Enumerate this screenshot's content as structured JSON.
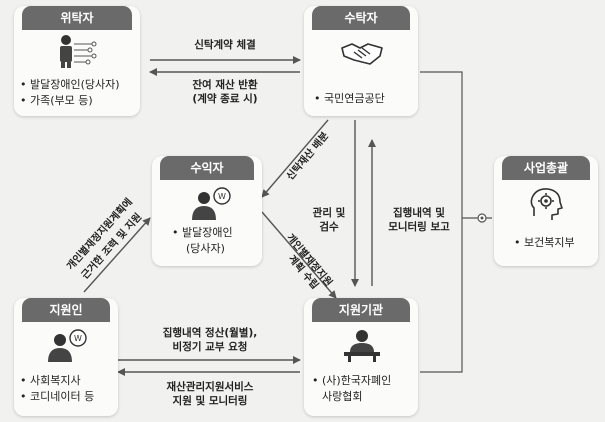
{
  "nodes": {
    "trustor": {
      "title": "위탁자",
      "items": [
        "• 발달장애인(당사자)",
        "• 가족(부모 등)"
      ],
      "icon": "person-circuit-icon"
    },
    "trustee": {
      "title": "수탁자",
      "items": [
        "• 국민연금공단"
      ],
      "icon": "handshake-icon"
    },
    "beneficiary": {
      "title": "수익자",
      "items": [
        "• 발달장애인",
        "(당사자)"
      ],
      "icon": "person-speech-icon"
    },
    "supporter": {
      "title": "지원인",
      "items": [
        "• 사회복지사",
        "• 코디네이터 등"
      ],
      "icon": "person-speech-icon"
    },
    "agency": {
      "title": "지원기관",
      "items": [
        "• (사)한국자폐인",
        "사랑협회"
      ],
      "icon": "person-desk-icon"
    },
    "manager": {
      "title": "사업총괄",
      "items": [
        "• 보건복지부"
      ],
      "icon": "brain-gear-icon"
    }
  },
  "edges": {
    "trust_contract": "신탁계약 체결",
    "return_assets": [
      "잔여 재산 반환",
      "(계약 종료 시)"
    ],
    "trust_distribution": "신탁재산 배분",
    "manage_supervise": [
      "관리 및",
      "검수"
    ],
    "execution_report": [
      "집행내역 및",
      "모니터링 보고"
    ],
    "plan_cooperation": [
      "개인별재정지원계획에",
      "근거한 조력 및 지원"
    ],
    "plan_establish": [
      "개인별재정지원",
      "계획 수립"
    ],
    "settlement_request": [
      "집행내역 정산(월별),",
      "비정기 교부 요청"
    ],
    "service_support": [
      "재산관리지원서비스",
      "지원 및 모니터링"
    ]
  },
  "colors": {
    "tab": "#6a6a6a",
    "line": "#555555",
    "background": "#f1f1ef",
    "card": "#fbfbfa"
  }
}
